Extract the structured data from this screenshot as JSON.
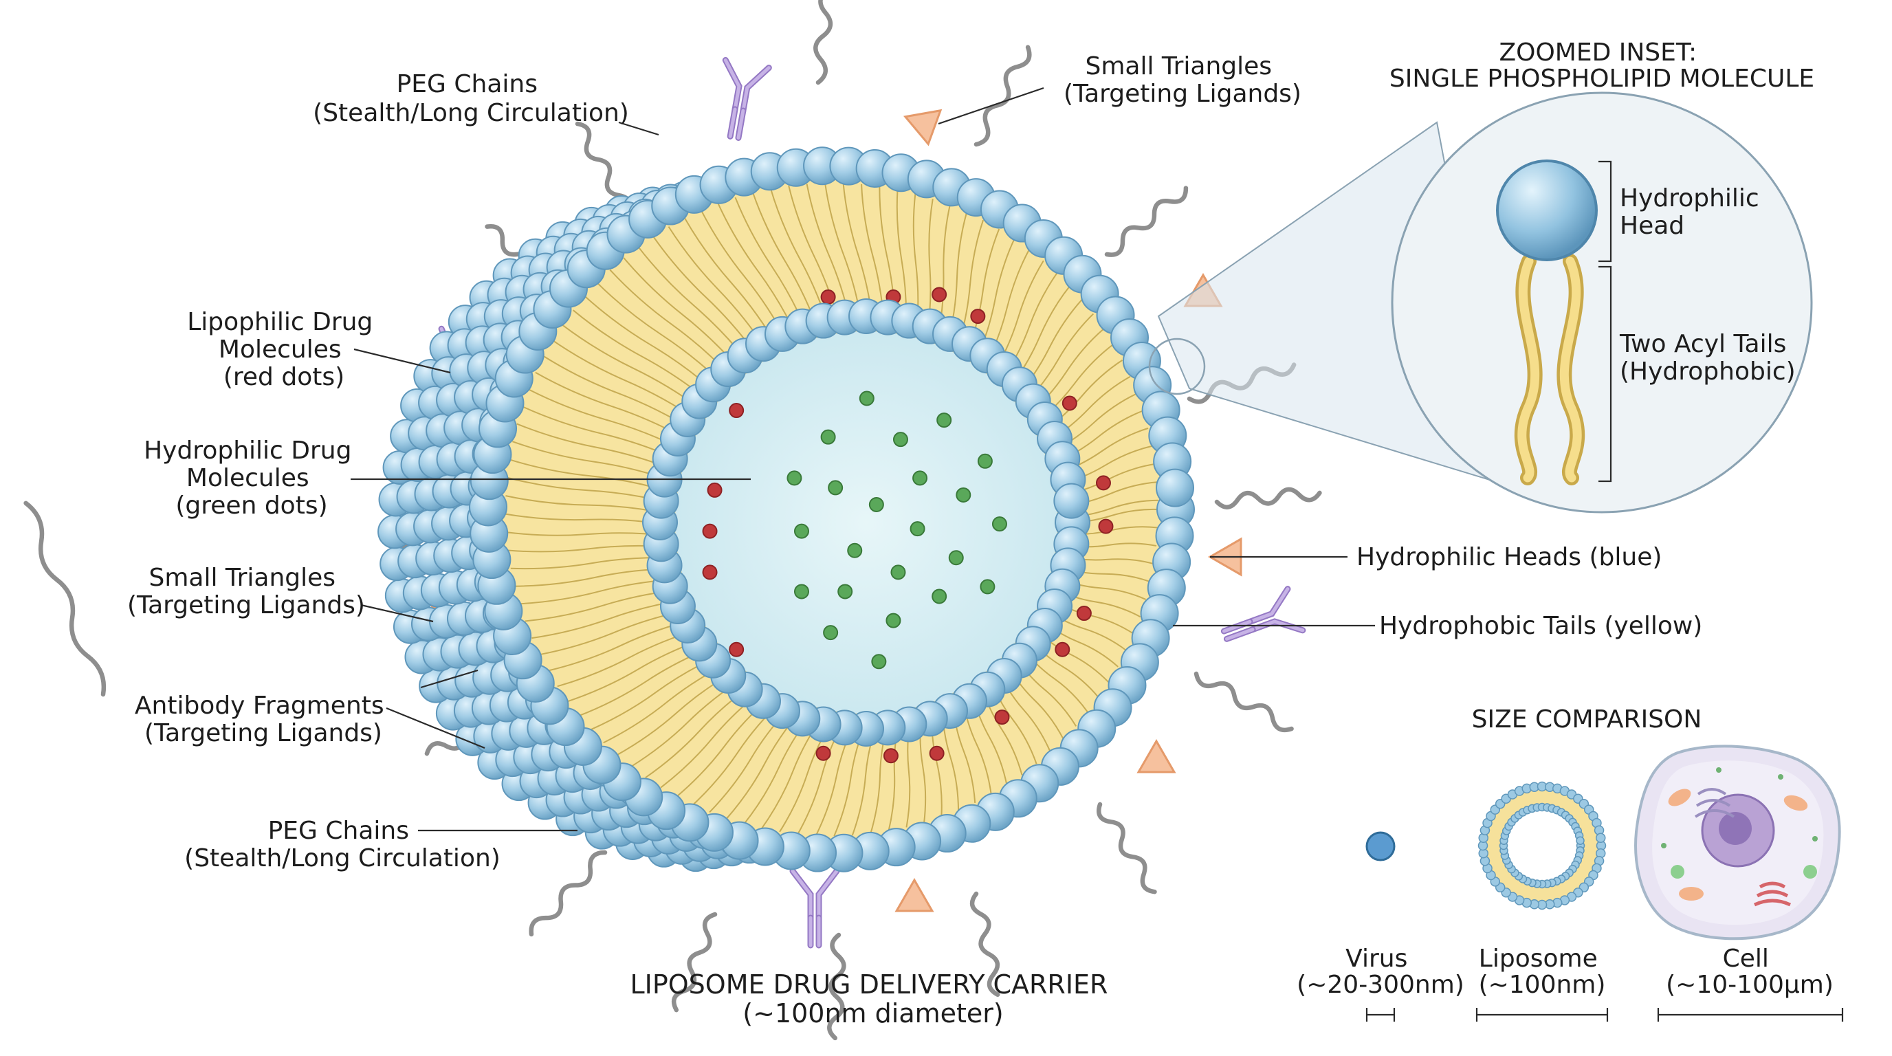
{
  "title": {
    "line1": "LIPOSOME DRUG DELIVERY CARRIER",
    "line2": "(~100nm diameter)"
  },
  "labels": {
    "peg_top": [
      "PEG Chains",
      "(Stealth/Long Circulation)"
    ],
    "lipophilic": [
      "Lipophilic Drug",
      "Molecules",
      "(red dots)"
    ],
    "hydrophilic_drug": [
      "Hydrophilic Drug",
      "Molecules",
      "(green dots)"
    ],
    "triangles_left": [
      "Small Triangles",
      "(Targeting Ligands)"
    ],
    "antibody": [
      "Antibody Fragments",
      "(Targeting Ligands)"
    ],
    "peg_bottom": [
      "PEG Chains",
      "(Stealth/Long Circulation)"
    ],
    "triangles_top": [
      "Small Triangles",
      "(Targeting Ligands)"
    ],
    "heads": "Hydrophilic Heads (blue)",
    "tails": "Hydrophobic Tails (yellow)"
  },
  "inset": {
    "title": [
      "ZOOMED INSET:",
      "SINGLE PHOSPHOLIPID MOLECULE"
    ],
    "head_label": [
      "Hydrophilic",
      "Head"
    ],
    "tail_label": [
      "Two Acyl Tails",
      "(Hydrophobic)"
    ]
  },
  "size_comparison": {
    "title": "SIZE COMPARISON",
    "items": [
      {
        "name": "Virus",
        "size": "(~20-300nm)"
      },
      {
        "name": "Liposome",
        "size": "(~100nm)"
      },
      {
        "name": "Cell",
        "size": "(~10-100µm)"
      }
    ]
  },
  "colors": {
    "head_blue": "#9cc9e3",
    "head_stroke": "#5f97bb",
    "tail_yellow": "#f7e4a0",
    "core": "#d7eef4",
    "lipophilic_drug": "#c0393b",
    "hydrophilic_drug": "#4e9a4a",
    "peg": "#8e8e8e",
    "triangle_ligand": "#f6c19e",
    "antibody": "#b39ad6"
  }
}
